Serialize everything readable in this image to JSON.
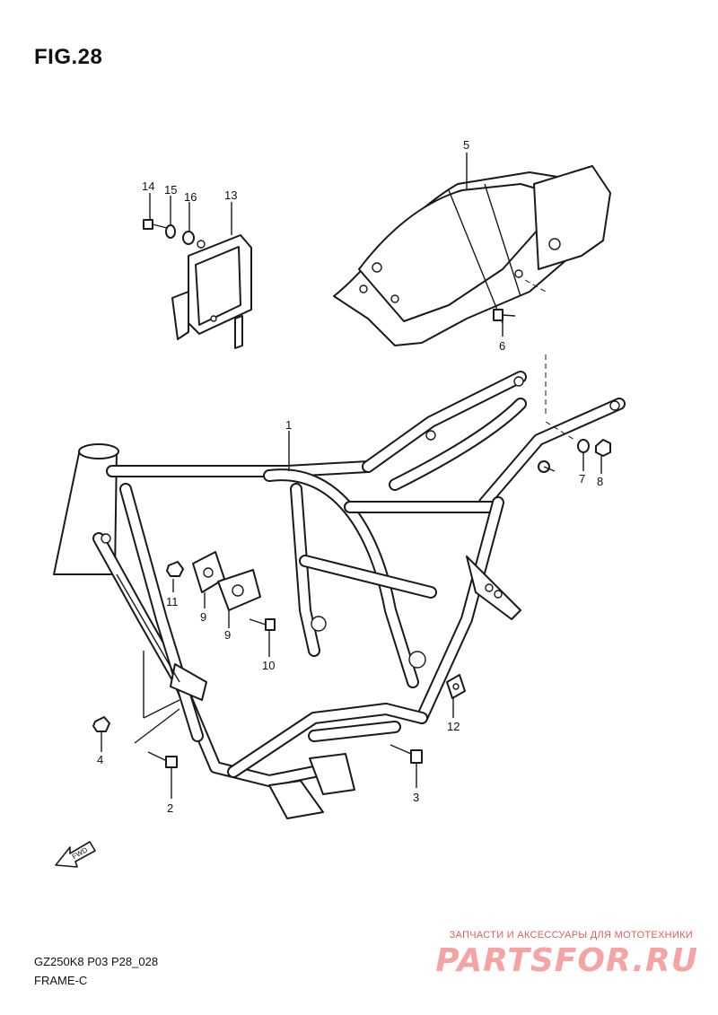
{
  "figure": {
    "title": "FIG.28",
    "model_code": "GZ250K8 P03 P28_028",
    "caption": "FRAME-C"
  },
  "direction_label": "FWD",
  "callouts": [
    "1",
    "2",
    "3",
    "4",
    "5",
    "6",
    "7",
    "8",
    "9",
    "9",
    "10",
    "11",
    "12",
    "13",
    "14",
    "15",
    "16"
  ],
  "watermark": {
    "caption": "ЗАПЧАСТИ И АКСЕССУАРЫ ДЛЯ МОТОТЕХНИКИ",
    "brand": "PARTSFOR.RU",
    "color": "#f6a3a3"
  }
}
